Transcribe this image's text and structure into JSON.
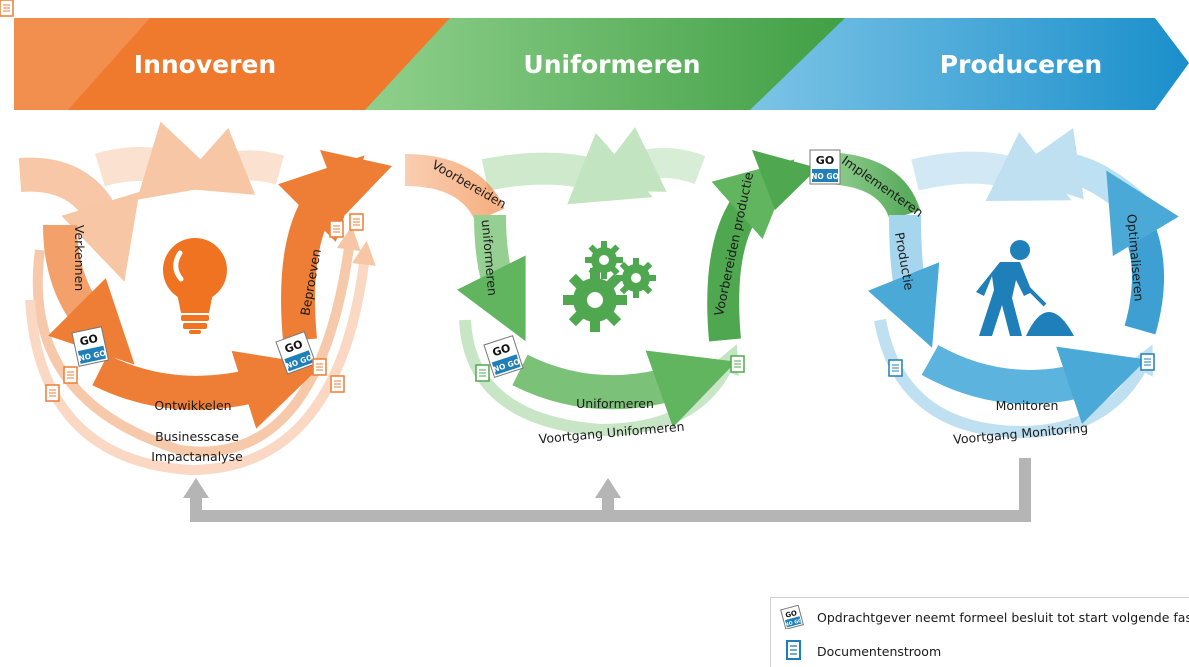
{
  "phases": [
    {
      "label": "Innoveren",
      "color": "#ef7a2e"
    },
    {
      "label": "Uniformeren",
      "color": "#4fae4f"
    },
    {
      "label": "Produceren",
      "color": "#2a98cf"
    }
  ],
  "innoveren": {
    "verkennen": "Verkennen",
    "beproeven": "Beproeven",
    "ontwikkelen": "Ontwikkelen",
    "businesscase": "Businesscase",
    "impactanalyse": "Impactanalyse"
  },
  "uniformeren": {
    "voorbereiden": "Voorbereiden",
    "uniformeren_sub": "uniformeren",
    "voorbereiden_productie": "Voorbereiden productie",
    "uniformeren": "Uniformeren",
    "voortgang": "Voortgang Uniformeren"
  },
  "produceren": {
    "implementeren": "Implementeren",
    "productie": "Productie",
    "optimaliseren": "Optimaliseren",
    "monitoren": "Monitoren",
    "voortgang": "Voortgang Monitoring"
  },
  "badge": {
    "go": "GO",
    "nogo": "NO GO"
  },
  "legend": {
    "gonogo": "Opdrachtgever neemt formeel besluit tot start volgende fase",
    "documents": "Documentenstroom"
  },
  "icons": [
    "lightbulb-icon",
    "gears-icon",
    "worker-icon",
    "document-icon",
    "go-no-go-icon"
  ]
}
